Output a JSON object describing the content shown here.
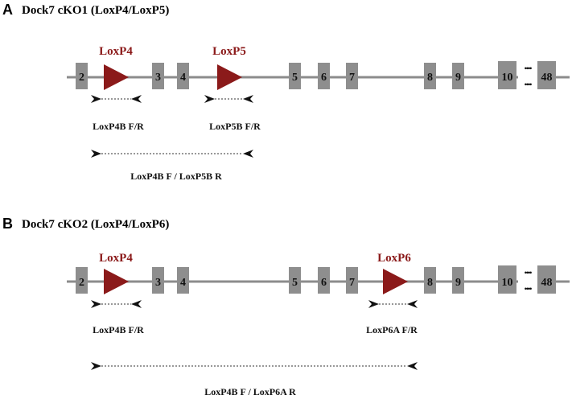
{
  "colors": {
    "gene_line": "#8c8c8c",
    "exon": "#8e8e8e",
    "loxp": "#8b1a1a",
    "text": "#000000"
  },
  "panels": [
    {
      "letter": "A",
      "title": "Dock7 cKO1 (LoxP4/LoxP5)",
      "loxp": [
        {
          "label": "LoxP4"
        },
        {
          "label": "LoxP5"
        }
      ],
      "exons": [
        "2",
        "3",
        "4",
        "5",
        "6",
        "7",
        "8",
        "9",
        "10",
        "48"
      ],
      "gap_symbol": "••••",
      "primers": [
        {
          "label": "LoxP4B F/R"
        },
        {
          "label": "LoxP5B F/R"
        },
        {
          "label": "LoxP4B F / LoxP5B R"
        }
      ]
    },
    {
      "letter": "B",
      "title": "Dock7 cKO2 (LoxP4/LoxP6)",
      "loxp": [
        {
          "label": "LoxP4"
        },
        {
          "label": "LoxP6"
        }
      ],
      "exons": [
        "2",
        "3",
        "4",
        "5",
        "6",
        "7",
        "8",
        "9",
        "10",
        "48"
      ],
      "gap_symbol": "••••",
      "primers": [
        {
          "label": "LoxP4B F/R"
        },
        {
          "label": "LoxP6A F/R"
        },
        {
          "label": "LoxP4B F / LoxP6A R"
        }
      ]
    }
  ]
}
